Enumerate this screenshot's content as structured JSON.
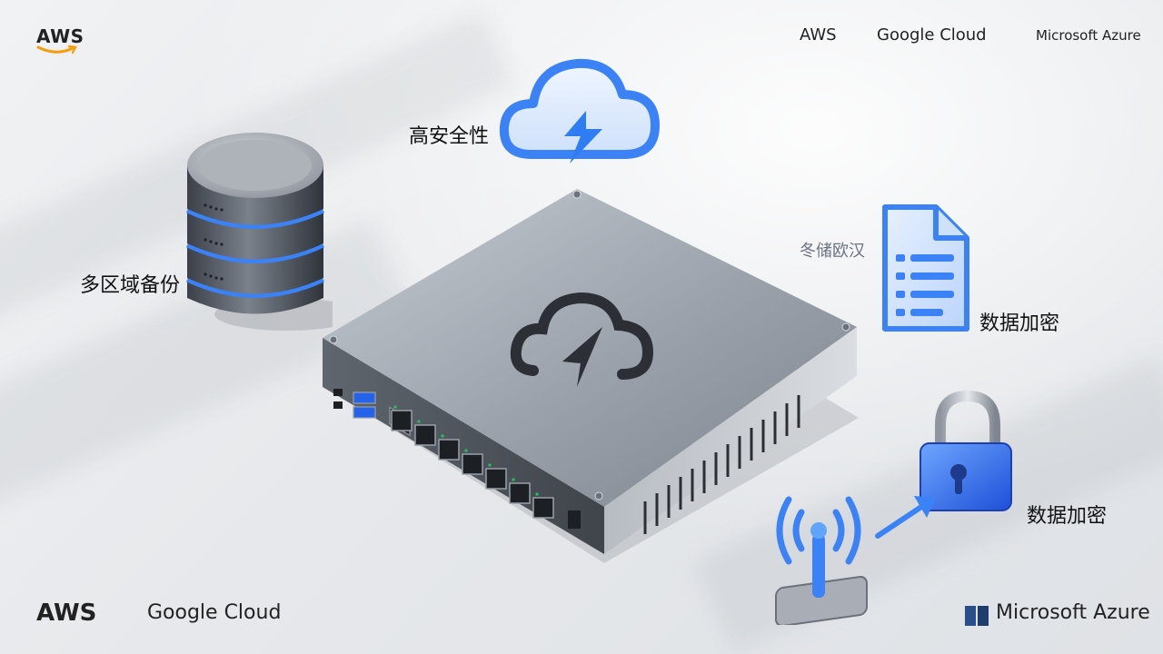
{
  "logos": {
    "top_left": "AWS",
    "top": {
      "aws": "AWS",
      "google": "Google Cloud",
      "azure": "Microsoft Azure"
    },
    "bottom": {
      "aws": "AWS",
      "google": "Google Cloud",
      "azure": "Microsoft Azure"
    }
  },
  "labels": {
    "high_security": "高安全性",
    "multi_region_backup": "多区域备份",
    "garbled": "冬储欧汉",
    "data_encryption_doc": "数据加密",
    "data_encryption_lock": "数据加密"
  },
  "colors": {
    "accent_blue": "#3b82f6",
    "device_gray": "#8b929b",
    "background": "#e9ebee"
  }
}
